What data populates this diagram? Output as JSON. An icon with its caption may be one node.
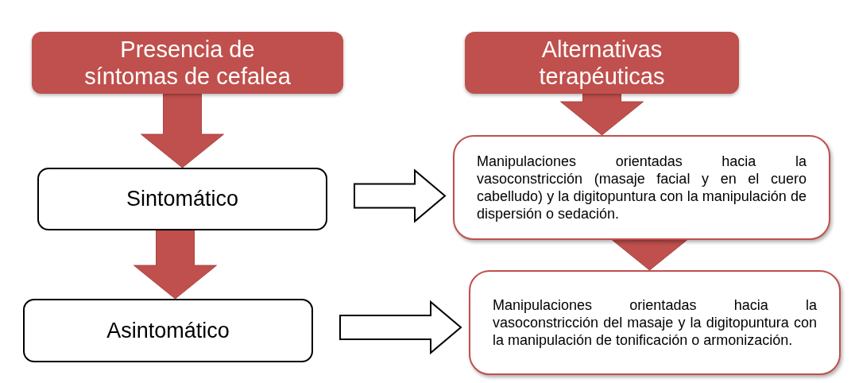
{
  "diagram": {
    "nodes": [
      {
        "text": [
          "Presencia de síntomas de cefalea"
        ]
      },
      {
        "text": [
          "Alternativas terapéuticas"
        ]
      },
      {
        "text": [
          "Sintomático"
        ]
      },
      {
        "text": [
          "Manipulaciones orientadas hacia la vasoconstricción (masaje facial y en el cuero cabelludo) y la digitopuntura con la manipulación de dispersión o sedación."
        ]
      },
      {
        "text": [
          "Asintomático"
        ]
      },
      {
        "text": [
          "Manipulaciones orientadas hacia la vasoconstricción del masaje y la digitopuntura con la manipulación de tonificación o armonización."
        ]
      }
    ],
    "edges": [
      {
        "from": 0,
        "to": 2,
        "arrow": "to",
        "style": "thick"
      },
      {
        "from": 2,
        "to": 4,
        "arrow": "to",
        "style": "thick"
      },
      {
        "from": 1,
        "to": 3,
        "arrow": "to",
        "style": "thick"
      },
      {
        "from": 3,
        "to": 5,
        "arrow": "to",
        "style": "thick"
      },
      {
        "from": 2,
        "to": 3,
        "arrow": "to"
      },
      {
        "from": 4,
        "to": 5,
        "arrow": "to"
      }
    ]
  }
}
